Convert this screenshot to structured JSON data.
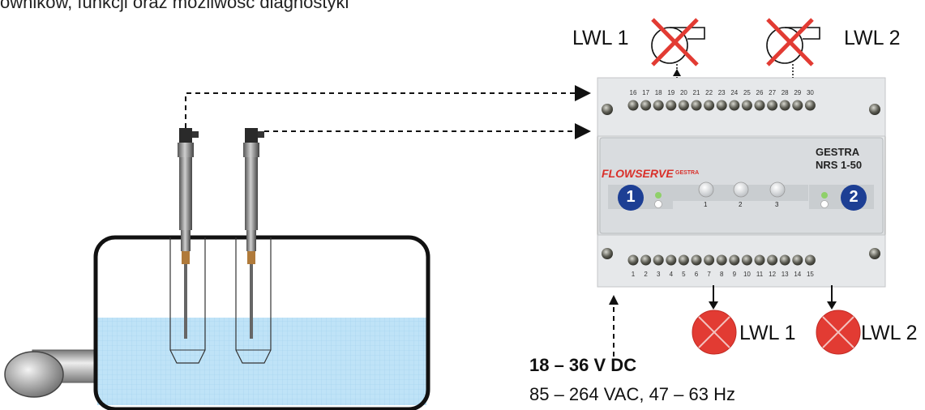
{
  "intro_text_fragment": "owników, funkcji oraz możliwość diagnostyki",
  "device": {
    "brand": "FLOWSERVE",
    "brand_sub": "GESTRA",
    "model_line1": "GESTRA",
    "model_line2": "NRS 1-50",
    "channel_1": "1",
    "channel_2": "2",
    "buttons": [
      "1",
      "2",
      "3"
    ],
    "top_terminals": [
      "16",
      "17",
      "18",
      "19",
      "20",
      "21",
      "22",
      "23",
      "24",
      "25",
      "26",
      "27",
      "28",
      "29",
      "30"
    ],
    "bottom_terminals": [
      "1",
      "2",
      "3",
      "4",
      "5",
      "6",
      "7",
      "8",
      "9",
      "10",
      "11",
      "12",
      "13",
      "14",
      "15"
    ]
  },
  "valves": [
    {
      "label": "LWL 1"
    },
    {
      "label": "LWL 2"
    }
  ],
  "alarms": [
    {
      "label": "LWL 1"
    },
    {
      "label": "LWL 2"
    }
  ],
  "supply": {
    "main": "18 – 36 V DC",
    "alt": "85 – 264 VAC, 47 – 63 Hz"
  },
  "colors": {
    "water": "#bfe3f7",
    "alarm_red": "#e23b33",
    "channel_blue": "#1d3f94",
    "brand_red": "#d9302a"
  }
}
